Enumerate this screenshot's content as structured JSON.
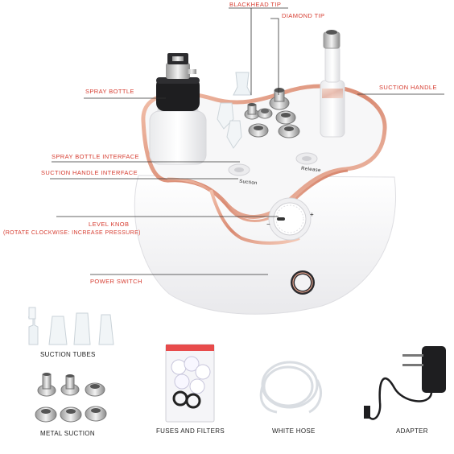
{
  "callouts": {
    "blackhead_tip": "BLACKHEAD TIP",
    "diamond_tip": "DIAMOND TIP",
    "spray_bottle": "SPRAY BOTTLE",
    "suction_handle": "SUCTION HANDLE",
    "spray_bottle_interface": "SPRAY BOTTLE INTERFACE",
    "suction_handle_interface": "SUCTION HANDLE INTERFACE",
    "level_knob": "LEVEL KNOB",
    "level_knob_note": "(ROTATE CLOCKWISE: INCREASE PRESSURE)",
    "power_switch": "POWER SWITCH"
  },
  "device_labels": {
    "suction": "Suction",
    "release": "Release",
    "minus": "−",
    "plus": "+"
  },
  "accessories": {
    "suction_tubes": "SUCTION TUBES",
    "metal_suction": "METAL SUCTION",
    "fuses_filters": "FUSES AND FILTERS",
    "white_hose": "WHITE HOSE",
    "adapter": "ADAPTER"
  },
  "colors": {
    "callout_text": "#d63b2f",
    "accent_rose_gold": "#e2a48c",
    "device_body": "#f4f4f5"
  }
}
